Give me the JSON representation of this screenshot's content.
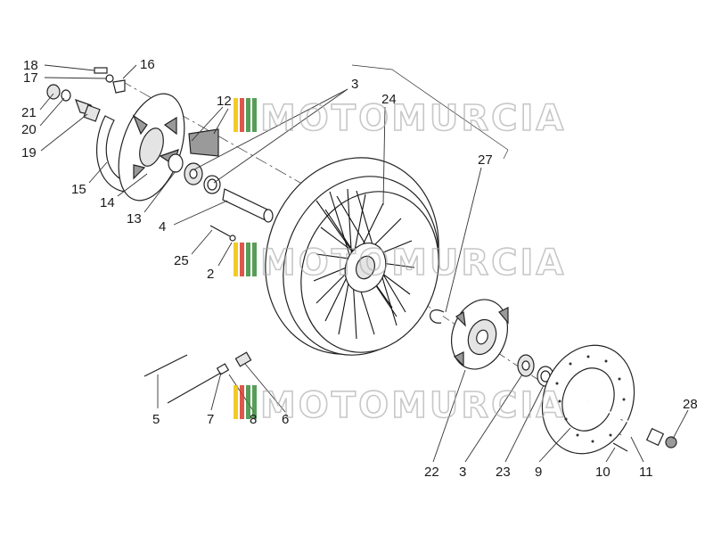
{
  "watermark": {
    "text": "MOTOMURCIA",
    "stripe_colors": [
      "#f2c200",
      "#d93a2b",
      "#3c8d3c",
      "#3c8d3c"
    ]
  },
  "labels": [
    {
      "key": "18",
      "text": "18"
    },
    {
      "key": "17",
      "text": "17"
    },
    {
      "key": "16",
      "text": "16"
    },
    {
      "key": "21",
      "text": "21"
    },
    {
      "key": "20",
      "text": "20"
    },
    {
      "key": "19",
      "text": "19"
    },
    {
      "key": "15",
      "text": "15"
    },
    {
      "key": "14",
      "text": "14"
    },
    {
      "key": "13",
      "text": "13"
    },
    {
      "key": "12",
      "text": "12"
    },
    {
      "key": "3a",
      "text": "3"
    },
    {
      "key": "24",
      "text": "24"
    },
    {
      "key": "4",
      "text": "4"
    },
    {
      "key": "25",
      "text": "25"
    },
    {
      "key": "2",
      "text": "2"
    },
    {
      "key": "27",
      "text": "27"
    },
    {
      "key": "5",
      "text": "5"
    },
    {
      "key": "7",
      "text": "7"
    },
    {
      "key": "8",
      "text": "8"
    },
    {
      "key": "6",
      "text": "6"
    },
    {
      "key": "22",
      "text": "22"
    },
    {
      "key": "3b",
      "text": "3"
    },
    {
      "key": "23",
      "text": "23"
    },
    {
      "key": "9",
      "text": "9"
    },
    {
      "key": "10",
      "text": "10"
    },
    {
      "key": "11",
      "text": "11"
    },
    {
      "key": "28",
      "text": "28"
    }
  ]
}
